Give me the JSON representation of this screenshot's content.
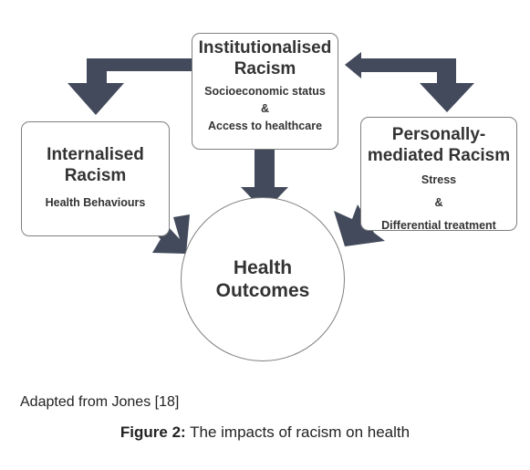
{
  "diagram": {
    "institutionalised": {
      "title_line1": "Institutionalised",
      "title_line2": "Racism",
      "detail_line1": "Socioeconomic status",
      "detail_line2": "&",
      "detail_line3": "Access to healthcare"
    },
    "internalised": {
      "title_line1": "Internalised",
      "title_line2": "Racism",
      "detail_line1": "Health Behaviours"
    },
    "personally_mediated": {
      "title_line1": "Personally-",
      "title_line2": "mediated Racism",
      "detail_line1": "Stress",
      "detail_line2": "&",
      "detail_line3": "Differential treatment"
    },
    "outcomes": {
      "title_line1": "Health",
      "title_line2": "Outcomes"
    }
  },
  "colors": {
    "arrow": "#434a5c",
    "box_border": "#7f7f7f",
    "text": "#333333"
  },
  "credit": "Adapted from Jones [18]",
  "caption": {
    "label": "Figure 2:",
    "text": " The impacts of racism on health"
  }
}
